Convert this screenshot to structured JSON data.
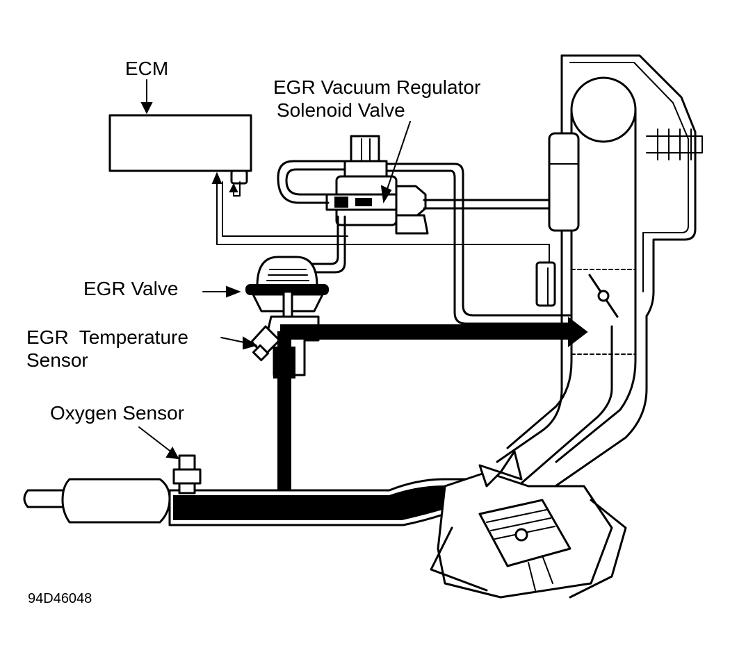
{
  "labels": {
    "ecm": "ECM",
    "vacuum_regulator_line1": "EGR Vacuum Regulator",
    "vacuum_regulator_line2": "Solenoid Valve",
    "egr_valve": "EGR Valve",
    "temp_sensor_line1": "EGR  Temperature",
    "temp_sensor_line2": "Sensor",
    "oxygen_sensor": "Oxygen Sensor",
    "figure_id": "94D46048"
  }
}
